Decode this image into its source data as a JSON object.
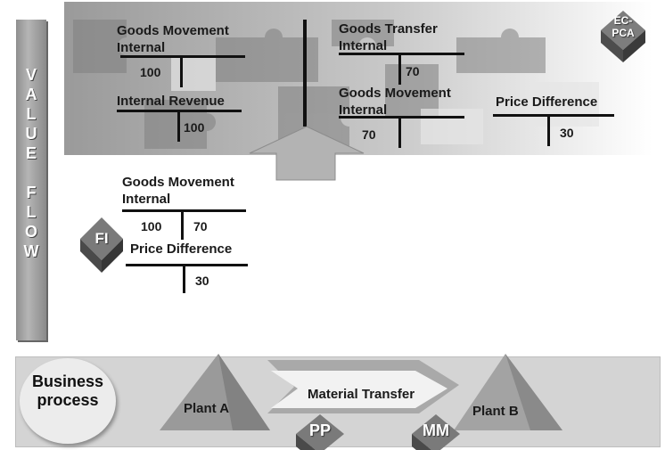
{
  "value_flow": {
    "letters": [
      "V",
      "A",
      "L",
      "U",
      "E",
      "",
      "F",
      "L",
      "O",
      "W"
    ]
  },
  "top": {
    "gm_label": "Goods Movement\nInternal",
    "gm_value": "100",
    "ir_label": "Internal Revenue",
    "ir_value": "100",
    "gt_label": "Goods Transfer\nInternal",
    "gt_value": "70",
    "gm2_label": "Goods Movement\nInternal",
    "gm2_value": "70",
    "pd_label": "Price Difference",
    "pd_value": "30"
  },
  "middle": {
    "gm_label": "Goods Movement\nInternal",
    "gm_debit": "100",
    "gm_credit": "70",
    "pd_label": "Price Difference",
    "pd_value": "30"
  },
  "modules": {
    "ecpca": "EC-\nPCA",
    "fi": "FI",
    "pp": "PP",
    "mm": "MM"
  },
  "process": {
    "business": "Business\nprocess",
    "plant_a": "Plant A",
    "plant_b": "Plant B",
    "transfer": "Material Transfer"
  }
}
